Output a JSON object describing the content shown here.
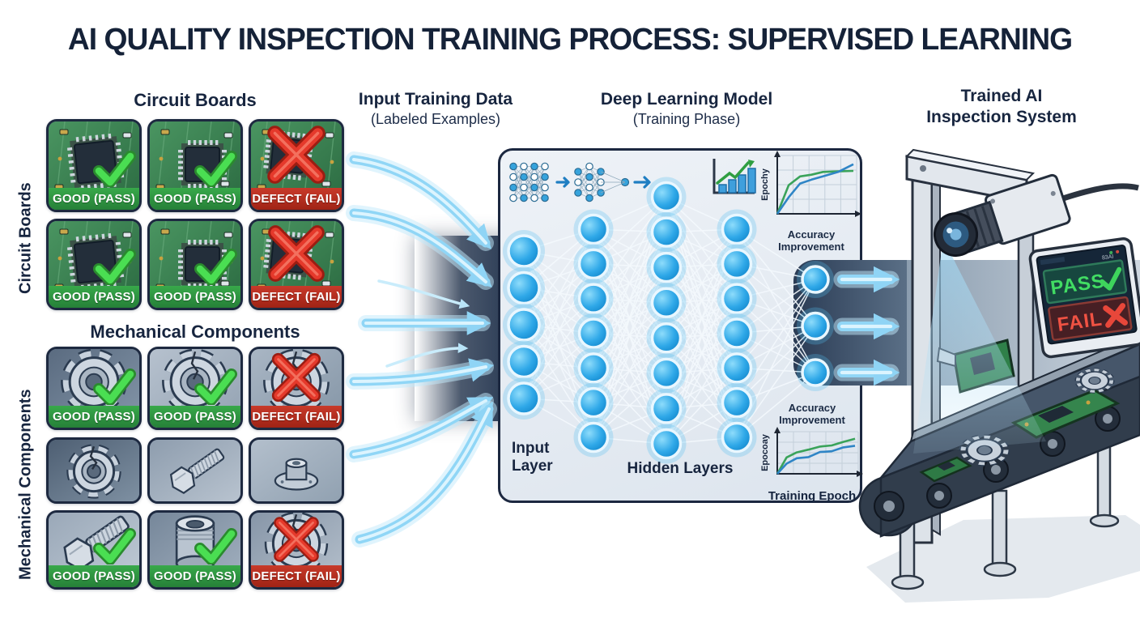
{
  "title": "AI QUALITY INSPECTION TRAINING PROCESS: SUPERVISED LEARNING",
  "headers": {
    "circuit_boards": "Circuit Boards",
    "mechanical": "Mechanical Components",
    "input_line1": "Input Training Data",
    "input_line2": "(Labeled Examples)",
    "model_line1": "Deep Learning Model",
    "model_line2": "(Training Phase)",
    "trained_line1": "Trained AI",
    "trained_line2": "Inspection System"
  },
  "side_labels": {
    "circuit": "Circuit Boards",
    "mechanical": "Mechanical Components"
  },
  "card_labels": {
    "good": "GOOD (PASS)",
    "defect": "DEFECT (FAIL)"
  },
  "cards": {
    "circuit_rows": [
      [
        {
          "item": "pcb",
          "status": "good"
        },
        {
          "item": "pcb",
          "status": "good"
        },
        {
          "item": "pcb",
          "status": "defect"
        }
      ],
      [
        {
          "item": "pcb",
          "status": "good"
        },
        {
          "item": "pcb",
          "status": "good"
        },
        {
          "item": "pcb",
          "status": "defect"
        }
      ]
    ],
    "mechanical_rows": [
      [
        {
          "item": "gear",
          "status": "good"
        },
        {
          "item": "gear_cracked",
          "status": "good"
        },
        {
          "item": "gear_cracked",
          "status": "defect"
        }
      ],
      [
        {
          "item": "gear_cracked",
          "status": "none"
        },
        {
          "item": "bolt",
          "status": "none"
        },
        {
          "item": "flange",
          "status": "none"
        }
      ],
      [
        {
          "item": "bolt",
          "status": "good"
        },
        {
          "item": "socket",
          "status": "good"
        },
        {
          "item": "gear_cracked",
          "status": "defect"
        }
      ]
    ]
  },
  "model": {
    "input_layer_label": "Input Layer",
    "hidden_layers_label": "Hidden Layers",
    "network_layers": [
      5,
      7,
      8,
      7,
      3
    ]
  },
  "charts": {
    "top": {
      "type": "line",
      "ylabel": "Epochy",
      "caption": "Accuracy Improvement",
      "legend": false,
      "series": [
        {
          "name": "green",
          "color": "#3aa35a",
          "points": [
            [
              0,
              0
            ],
            [
              0.15,
              0.52
            ],
            [
              0.3,
              0.68
            ],
            [
              0.45,
              0.71
            ],
            [
              0.6,
              0.76
            ],
            [
              0.8,
              0.77
            ],
            [
              1,
              0.78
            ]
          ]
        },
        {
          "name": "blue",
          "color": "#2f85c6",
          "points": [
            [
              0,
              0
            ],
            [
              0.15,
              0.3
            ],
            [
              0.3,
              0.55
            ],
            [
              0.45,
              0.62
            ],
            [
              0.6,
              0.68
            ],
            [
              0.8,
              0.76
            ],
            [
              1,
              0.9
            ]
          ]
        }
      ]
    },
    "bottom": {
      "type": "line",
      "title": "Accuracy Improvement",
      "ylabel": "Epocoay",
      "xlabel": "Training Epoch",
      "legend": false,
      "series": [
        {
          "name": "green",
          "color": "#3aa35a",
          "points": [
            [
              0,
              0
            ],
            [
              0.12,
              0.42
            ],
            [
              0.25,
              0.55
            ],
            [
              0.4,
              0.62
            ],
            [
              0.55,
              0.7
            ],
            [
              0.7,
              0.73
            ],
            [
              0.85,
              0.82
            ],
            [
              1,
              0.9
            ]
          ]
        },
        {
          "name": "blue",
          "color": "#2f85c6",
          "points": [
            [
              0,
              0
            ],
            [
              0.12,
              0.26
            ],
            [
              0.25,
              0.4
            ],
            [
              0.4,
              0.43
            ],
            [
              0.55,
              0.56
            ],
            [
              0.7,
              0.58
            ],
            [
              0.85,
              0.68
            ],
            [
              1,
              0.72
            ]
          ]
        }
      ]
    }
  },
  "monitor": {
    "pass": "PASS",
    "fail": "FAIL",
    "corner": "83AI"
  },
  "colors": {
    "navy": "#16243c",
    "accent_blue": "#2fa8e8",
    "arrow_blue": "#90d6f6",
    "good_green": "#2f9e41",
    "defect_red": "#bb2c1e",
    "check_green": "#44d54e",
    "x_red": "#e5392b",
    "node_blue": "#1fa3e8",
    "belt_slate": "#313d4c",
    "metal_gray": "#dde3e9"
  }
}
